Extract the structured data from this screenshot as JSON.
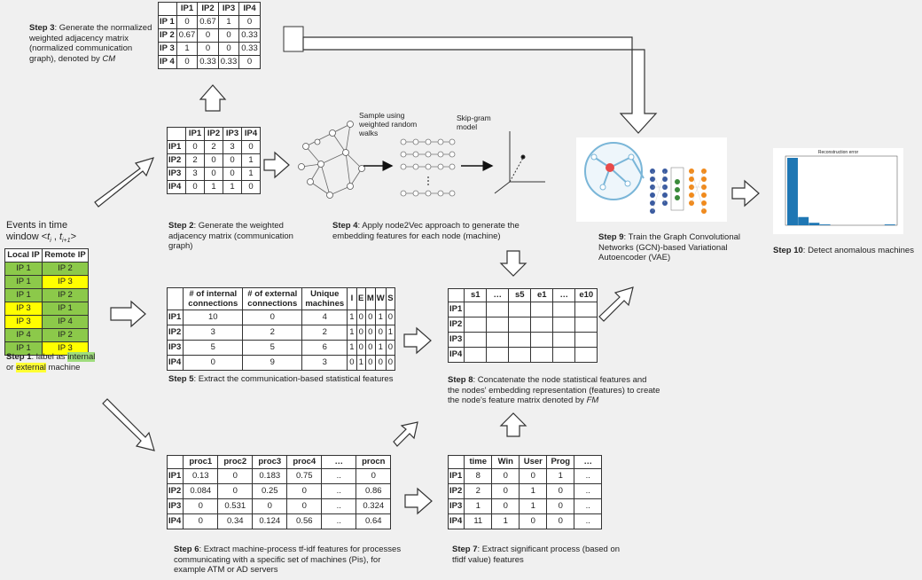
{
  "events": {
    "title_line1": "Events in time",
    "title_line2_prefix": "window <",
    "t_i": "t",
    "t_i_sub": "i",
    "comma": " , ",
    "t_i1": "t",
    "t_i1_sub": "i+1",
    "title_line2_suffix": ">",
    "headers": [
      "Local IP",
      "Remote IP"
    ],
    "rows": [
      {
        "local": "IP 1",
        "remote": "IP 2",
        "local_color": "#8cc94a",
        "remote_color": "#8cc94a"
      },
      {
        "local": "IP 1",
        "remote": "IP 3",
        "local_color": "#8cc94a",
        "remote_color": "#ffff00"
      },
      {
        "local": "IP 1",
        "remote": "IP 2",
        "local_color": "#8cc94a",
        "remote_color": "#8cc94a"
      },
      {
        "local": "IP 3",
        "remote": "IP 1",
        "local_color": "#ffff00",
        "remote_color": "#8cc94a"
      },
      {
        "local": "IP 3",
        "remote": "IP 4",
        "local_color": "#ffff00",
        "remote_color": "#8cc94a"
      },
      {
        "local": "IP 4",
        "remote": "IP 2",
        "local_color": "#8cc94a",
        "remote_color": "#8cc94a"
      },
      {
        "local": "IP 1",
        "remote": "IP 3",
        "local_color": "#8cc94a",
        "remote_color": "#ffff00"
      }
    ],
    "step1_bold": "Step 1",
    "step1_a": ": label as ",
    "step1_internal": "internal",
    "step1_b": "or ",
    "step1_external": "external",
    "step1_c": " machine"
  },
  "step2": {
    "headers": [
      "",
      "IP1",
      "IP2",
      "IP3",
      "IP4"
    ],
    "rows": [
      [
        "IP1",
        "0",
        "2",
        "3",
        "0"
      ],
      [
        "IP2",
        "2",
        "0",
        "0",
        "1"
      ],
      [
        "IP3",
        "3",
        "0",
        "0",
        "1"
      ],
      [
        "IP4",
        "0",
        "1",
        "1",
        "0"
      ]
    ],
    "bold": "Step 2",
    "text": ": Generate the weighted adjacency matrix (communication graph)"
  },
  "step3": {
    "headers": [
      "",
      "IP1",
      "IP2",
      "IP3",
      "IP4"
    ],
    "rows": [
      [
        "IP 1",
        "0",
        "0.67",
        "1",
        "0"
      ],
      [
        "IP 2",
        "0.67",
        "0",
        "0",
        "0.33"
      ],
      [
        "IP 3",
        "1",
        "0",
        "0",
        "0.33"
      ],
      [
        "IP 4",
        "0",
        "0.33",
        "0.33",
        "0"
      ]
    ],
    "bold": "Step 3",
    "text": ": Generate the normalized weighted adjacency matrix (normalized communication graph), denoted by ",
    "italic": "CM"
  },
  "step4": {
    "sample_label": "Sample using weighted random walks",
    "skipgram_label": "Skip-gram model",
    "bold": "Step 4",
    "text": ": Apply node2Vec approach to generate the embedding features for each node (machine)"
  },
  "step5": {
    "headers": [
      "",
      "# of internal connections",
      "# of external connections",
      "Unique machines",
      "I",
      "E",
      "M",
      "W",
      "S"
    ],
    "rows": [
      [
        "IP1",
        "10",
        "0",
        "4",
        "1",
        "0",
        "0",
        "1",
        "0"
      ],
      [
        "IP2",
        "3",
        "2",
        "2",
        "1",
        "0",
        "0",
        "0",
        "1"
      ],
      [
        "IP3",
        "5",
        "5",
        "6",
        "1",
        "0",
        "0",
        "1",
        "0"
      ],
      [
        "IP4",
        "0",
        "9",
        "3",
        "0",
        "1",
        "0",
        "0",
        "0"
      ]
    ],
    "bold": "Step 5",
    "text": ": Extract the communication-based statistical features"
  },
  "step6": {
    "headers": [
      "",
      "proc1",
      "proc2",
      "proc3",
      "proc4",
      "…",
      "procn"
    ],
    "rows": [
      [
        "IP1",
        "0.13",
        "0",
        "0.183",
        "0.75",
        "..",
        "0"
      ],
      [
        "IP2",
        "0.084",
        "0",
        "0.25",
        "0",
        "..",
        "0.86"
      ],
      [
        "IP3",
        "0",
        "0.531",
        "0",
        "0",
        "..",
        "0.324"
      ],
      [
        "IP4",
        "0",
        "0.34",
        "0.124",
        "0.56",
        "..",
        "0.64"
      ]
    ],
    "bold": "Step 6",
    "text": ": Extract machine-process tf-idf features for processes communicating with a specific set of machines (Pis), for example ATM or AD servers"
  },
  "step7": {
    "headers": [
      "",
      "time",
      "Win",
      "User",
      "Prog",
      "…"
    ],
    "rows": [
      [
        "IP1",
        "8",
        "0",
        "0",
        "1",
        ".."
      ],
      [
        "IP2",
        "2",
        "0",
        "1",
        "0",
        ".."
      ],
      [
        "IP3",
        "1",
        "0",
        "1",
        "0",
        ".."
      ],
      [
        "IP4",
        "11",
        "1",
        "0",
        "0",
        ".."
      ]
    ],
    "bold": "Step 7",
    "text": ": Extract significant process (based on tfidf value) features"
  },
  "step8": {
    "headers": [
      "",
      "s1",
      "…",
      "s5",
      "e1",
      "…",
      "e10"
    ],
    "row_labels": [
      "IP1",
      "IP2",
      "IP3",
      "IP4"
    ],
    "bold": "Step 8",
    "text": ": Concatenate the node statistical features and the nodes' embedding representation (features) to create the node's feature matrix denoted by ",
    "italic": "FM"
  },
  "step9": {
    "bold": "Step 9",
    "text": ": Train the Graph Convolutional Networks (GCN)-based Variational Autoencoder (VAE)"
  },
  "step10": {
    "bold": "Step 10",
    "text": ": Detect anomalous machines",
    "chart_title": "Reconstruction error",
    "chart_data": {
      "type": "bar",
      "title": "Reconstruction error",
      "values": [
        82,
        10,
        3,
        1,
        0,
        0,
        0,
        0,
        0,
        1
      ],
      "color": "#1f77b4"
    }
  },
  "colors": {
    "internal": "#8cc94a",
    "external": "#ffff00",
    "vae_blue": "#3a5ba0",
    "vae_green": "#3a8a3a",
    "vae_orange": "#f08a1c"
  }
}
